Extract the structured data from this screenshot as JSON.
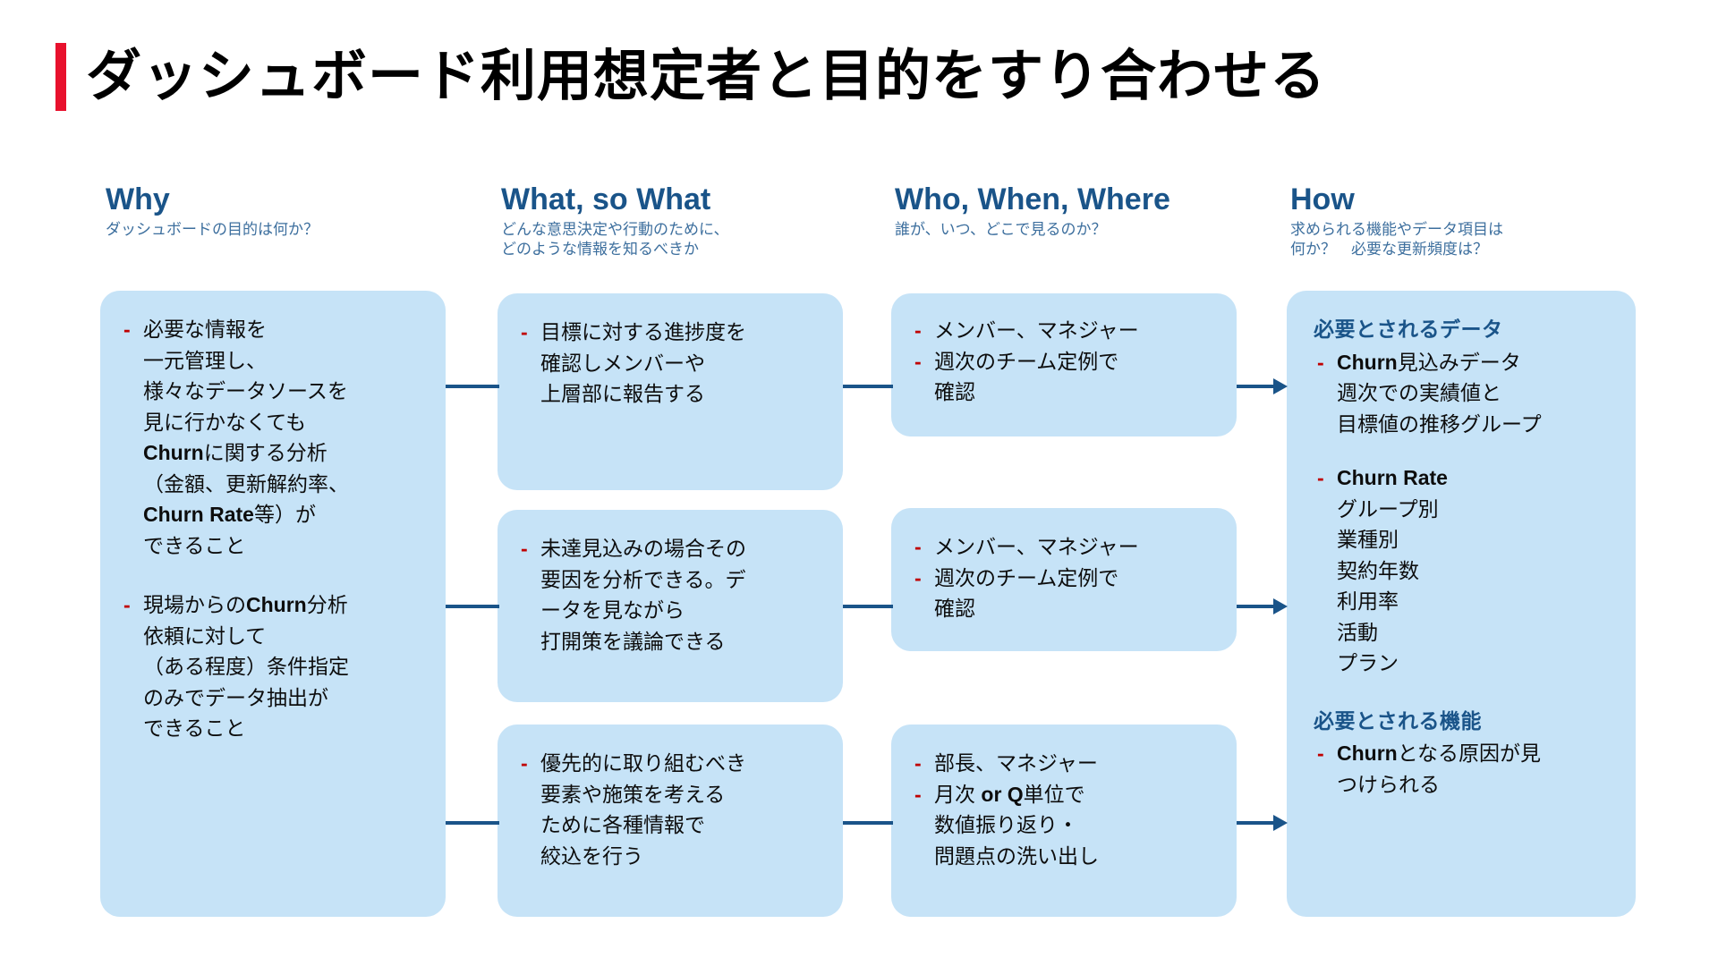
{
  "slide": {
    "title": "ダッシュボード利用想定者と目的をすり合わせる",
    "accent_color": "#e8112d",
    "heading_color": "#1a5489",
    "box_color": "#c6e3f7",
    "bullet_color": "#c00000",
    "connector_color": "#1a5489"
  },
  "columns": [
    {
      "key": "why",
      "title": "Why",
      "subtitle": "ダッシュボードの目的は何か？"
    },
    {
      "key": "what",
      "title": "What, so What",
      "subtitle": "どんな意思決定や行動のために、\nどのような情報を知るべきか"
    },
    {
      "key": "who",
      "title": "Who, When, Where",
      "subtitle": "誰が、いつ、どこで見るのか？"
    },
    {
      "key": "how",
      "title": "How",
      "subtitle": "求められる機能やデータ項目は\n何か？　必要な更新頻度は？"
    }
  ],
  "why": {
    "bullets": [
      {
        "dash": "-",
        "text": "必要な情報を\n一元管理し、\n様々なデータソースを\n見に行かなくても\nChurnに関する分析\n（金額、更新解約率、\nChurn Rate等）が\nできること"
      },
      {
        "dash": "-",
        "text": "現場からのChurn分析\n依頼に対して\n（ある程度）条件指定\nのみでデータ抽出が\nできること"
      }
    ]
  },
  "what": {
    "boxes": [
      {
        "dash": "-",
        "text": "目標に対する進捗度を\n確認しメンバーや\n上層部に報告する"
      },
      {
        "dash": "-",
        "text": "未達見込みの場合その\n要因を分析できる。デ\nータを見ながら\n打開策を議論できる"
      },
      {
        "dash": "-",
        "text": "優先的に取り組むべき\n要素や施策を考える\nために各種情報で\n絞込を行う"
      }
    ]
  },
  "who": {
    "boxes": [
      {
        "lines": [
          {
            "dash": "-",
            "text": "メンバー、マネジャー"
          },
          {
            "dash": "-",
            "text": "週次のチーム定例で\n確認"
          }
        ]
      },
      {
        "lines": [
          {
            "dash": "-",
            "text": "メンバー、マネジャー"
          },
          {
            "dash": "-",
            "text": "週次のチーム定例で\n確認"
          }
        ]
      },
      {
        "lines": [
          {
            "dash": "-",
            "text": "部長、マネジャー"
          },
          {
            "dash": "-",
            "text": "月次 or Q単位で\n数値振り返り・\n問題点の洗い出し"
          }
        ]
      }
    ]
  },
  "how": {
    "section_data_heading": "必要とされるデータ",
    "data_bullets": [
      {
        "dash": "-",
        "text": "Churn見込みデータ\n週次での実績値と\n目標値の推移グループ"
      },
      {
        "dash": "-",
        "text": "Churn Rate\nグループ別\n業種別\n契約年数\n利用率\n活動\nプラン"
      }
    ],
    "section_feature_heading": "必要とされる機能",
    "feature_bullets": [
      {
        "dash": "-",
        "text": "Churnとなる原因が見\nつけられる"
      }
    ]
  }
}
